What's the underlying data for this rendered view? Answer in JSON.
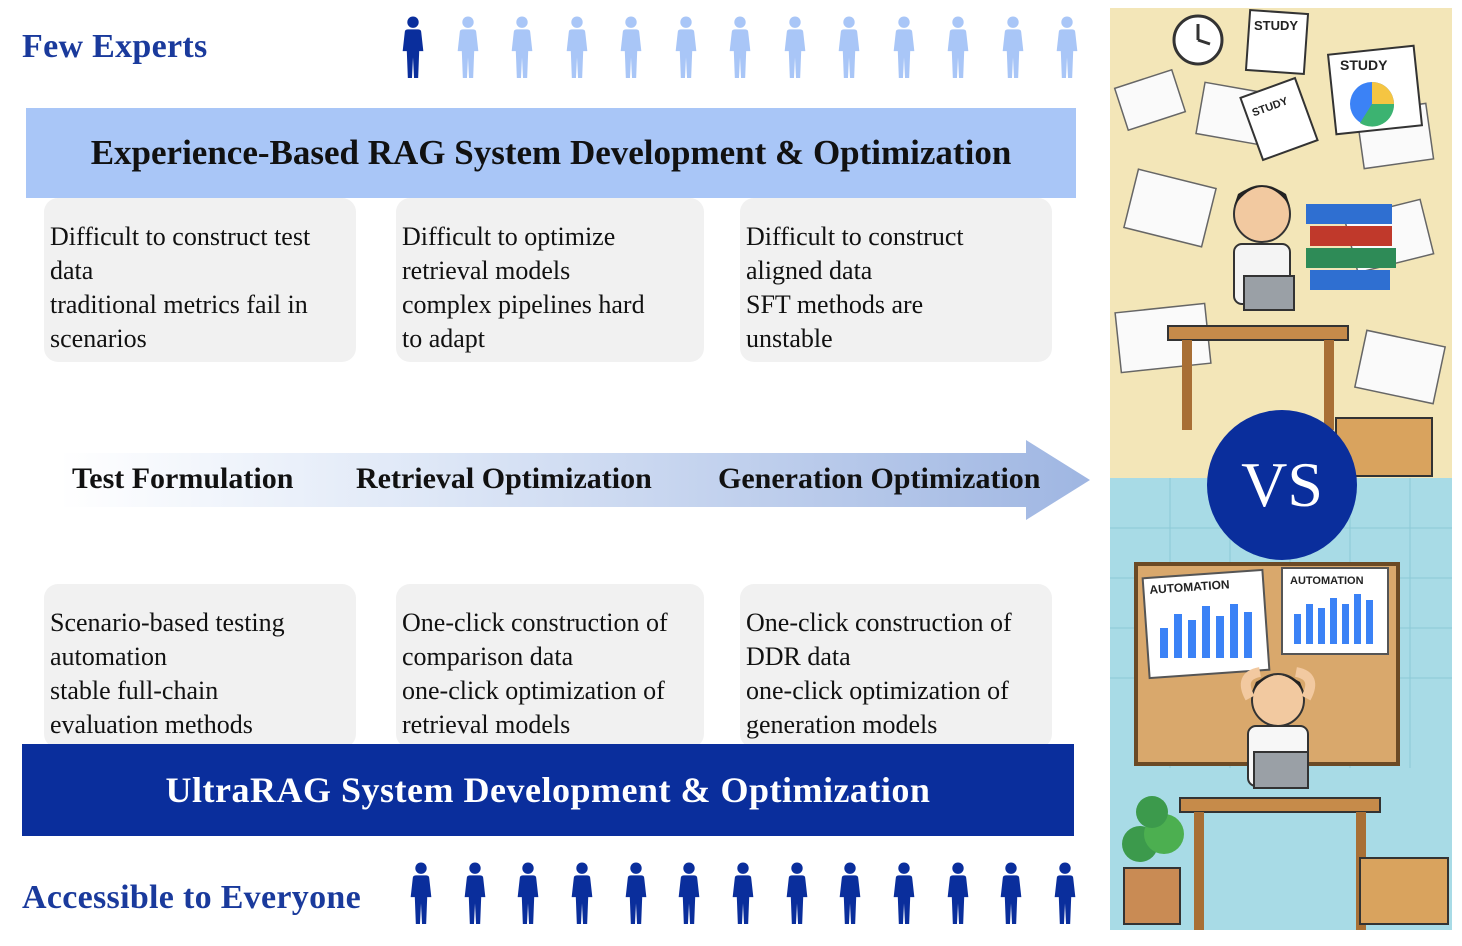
{
  "top_label": "Few Experts",
  "bottom_label": "Accessible to Everyone",
  "top_banner": "Experience-Based RAG System Development & Optimization",
  "bottom_banner": "UltraRAG System Development & Optimization",
  "top_people": {
    "total": 13,
    "highlighted": 1
  },
  "bottom_people": {
    "total": 13,
    "highlighted": 13
  },
  "stages": [
    "Test Formulation",
    "Retrieval Optimization",
    "Generation Optimization"
  ],
  "problems": [
    {
      "lines": [
        "Difficult to construct test",
        "data",
        "traditional metrics fail in",
        "scenarios"
      ]
    },
    {
      "lines": [
        "Difficult to optimize",
        "retrieval models",
        "complex pipelines hard",
        "to adapt"
      ]
    },
    {
      "lines": [
        "Difficult to construct",
        "aligned data",
        "SFT methods are",
        "unstable"
      ]
    }
  ],
  "solutions": [
    {
      "lines": [
        "Scenario-based testing",
        "automation",
        "stable full-chain",
        "evaluation methods"
      ]
    },
    {
      "lines": [
        "One-click construction of",
        "comparison data",
        "one-click optimization of",
        "retrieval models"
      ]
    },
    {
      "lines": [
        "One-click construction of",
        "DDR data",
        "one-click optimization of",
        "generation models"
      ]
    }
  ],
  "vs_label": "VS",
  "illustration": {
    "top_signs": [
      "STUDY",
      "STUDY",
      "STUDY"
    ],
    "bottom_signs": [
      "AUTOMATION",
      "AUTOMATION"
    ]
  },
  "colors": {
    "dark_blue": "#0a2e9c",
    "light_blue": "#a9c6f7",
    "person_light": "#a9c6f7",
    "person_dark": "#0a2e9c",
    "card_bg": "#f1f1f1"
  }
}
